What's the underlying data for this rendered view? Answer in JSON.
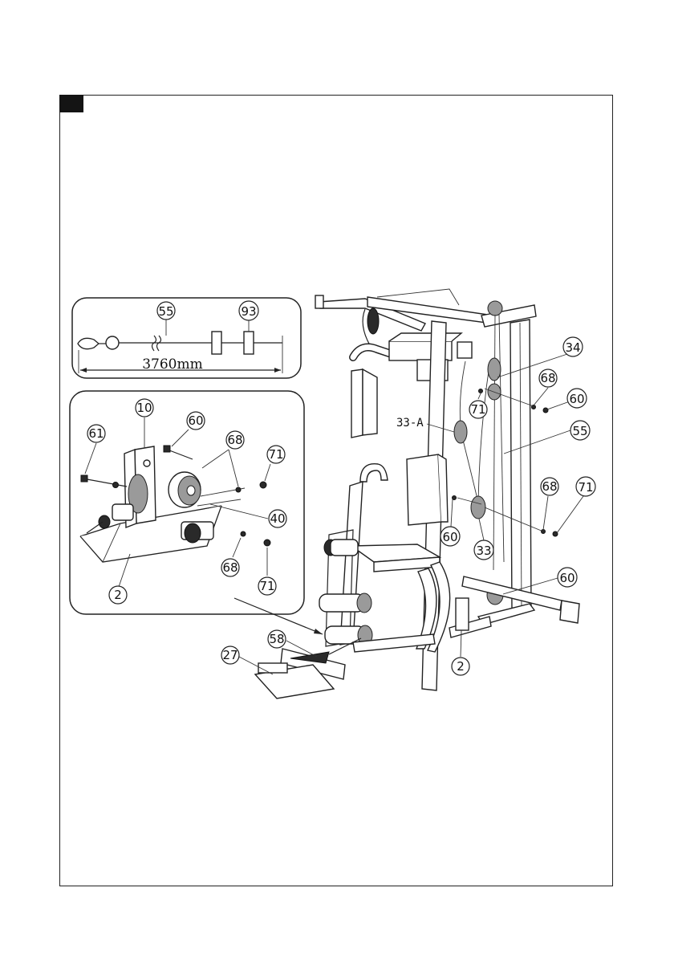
{
  "cable_detail": {
    "part_labels": [
      "55",
      "93"
    ],
    "length_label": "3760mm"
  },
  "frame_detail": {
    "part_labels": [
      "10",
      "61",
      "60",
      "68",
      "71",
      "40",
      "2",
      "68",
      "71"
    ]
  },
  "main_assembly": {
    "part_labels": [
      "34",
      "68",
      "60",
      "71",
      "33-A",
      "55",
      "68",
      "71",
      "60",
      "33",
      "60",
      "58",
      "27",
      "2"
    ]
  }
}
